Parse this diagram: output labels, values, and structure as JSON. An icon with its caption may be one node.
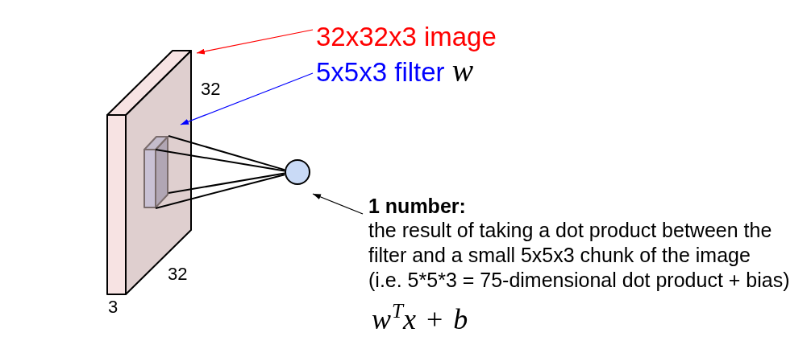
{
  "diagram": {
    "nodes": [
      {
        "text": [
          "32x32x3 image"
        ]
      },
      {
        "text": [
          "5x5x3 filter *w*"
        ]
      },
      {
        "text": [],
        "shape": "box"
      },
      {
        "text": [],
        "shape": "box",
        "in": 2
      },
      {
        "text": [],
        "shape": "circle"
      },
      {
        "text": [
          "1 number:",
          "the result of taking a dot product between the filter and a small 5x5x3 chunk of the image (i.e. 5*5*3 = 75-dimensional dot product + bias)",
          "*w*$^{T}$*x* + *b*"
        ]
      }
    ],
    "edges": [
      {
        "from": 0,
        "to": 2,
        "arrow": "to",
        "color": "#ff0000"
      },
      {
        "from": 1,
        "to": 2,
        "arrow": "to",
        "color": "#0000ff"
      },
      {
        "from": 3,
        "to": 4,
        "arrow": "none"
      },
      {
        "from": 3,
        "to": 4,
        "arrow": "none"
      },
      {
        "from": 3,
        "to": 4,
        "arrow": "none"
      },
      {
        "from": 3,
        "to": 4,
        "arrow": "none"
      },
      {
        "from": 5,
        "to": 4,
        "arrow": "to"
      }
    ],
    "labels": [
      "32",
      "32",
      "3"
    ]
  }
}
